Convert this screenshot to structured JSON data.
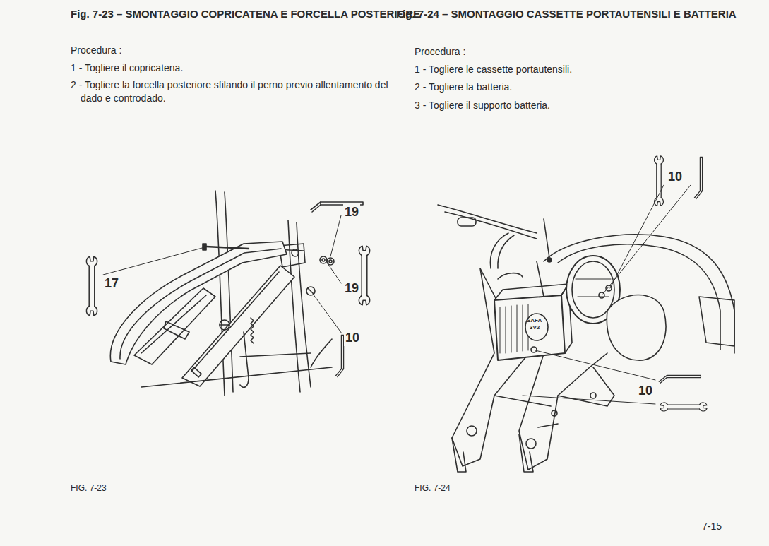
{
  "diagram": {
    "labels": [
      "Fig. 7-23 – SMONTAGGIO COPRICATENA E FORCELLA POSTERIORE",
      "Procedura :",
      "1 - Togliere il copricatena.",
      "2 - Togliere la forcella posteriore sfilando il perno previo allentamento del dado e controdado.",
      "Fig. 7-24 – SMONTAGGIO CASSETTE PORTAUTENSILI E BATTERIA",
      "Procedura :",
      "1 - Togliere le cassette portautensili.",
      "2 - Togliere la batteria.",
      "3 - Togliere il supporto batteria.",
      "17",
      "19",
      "19",
      "10",
      "10",
      "10",
      "SAFA",
      "3V2",
      "FIG. 7-23",
      "FIG. 7-24",
      "7-15"
    ]
  }
}
